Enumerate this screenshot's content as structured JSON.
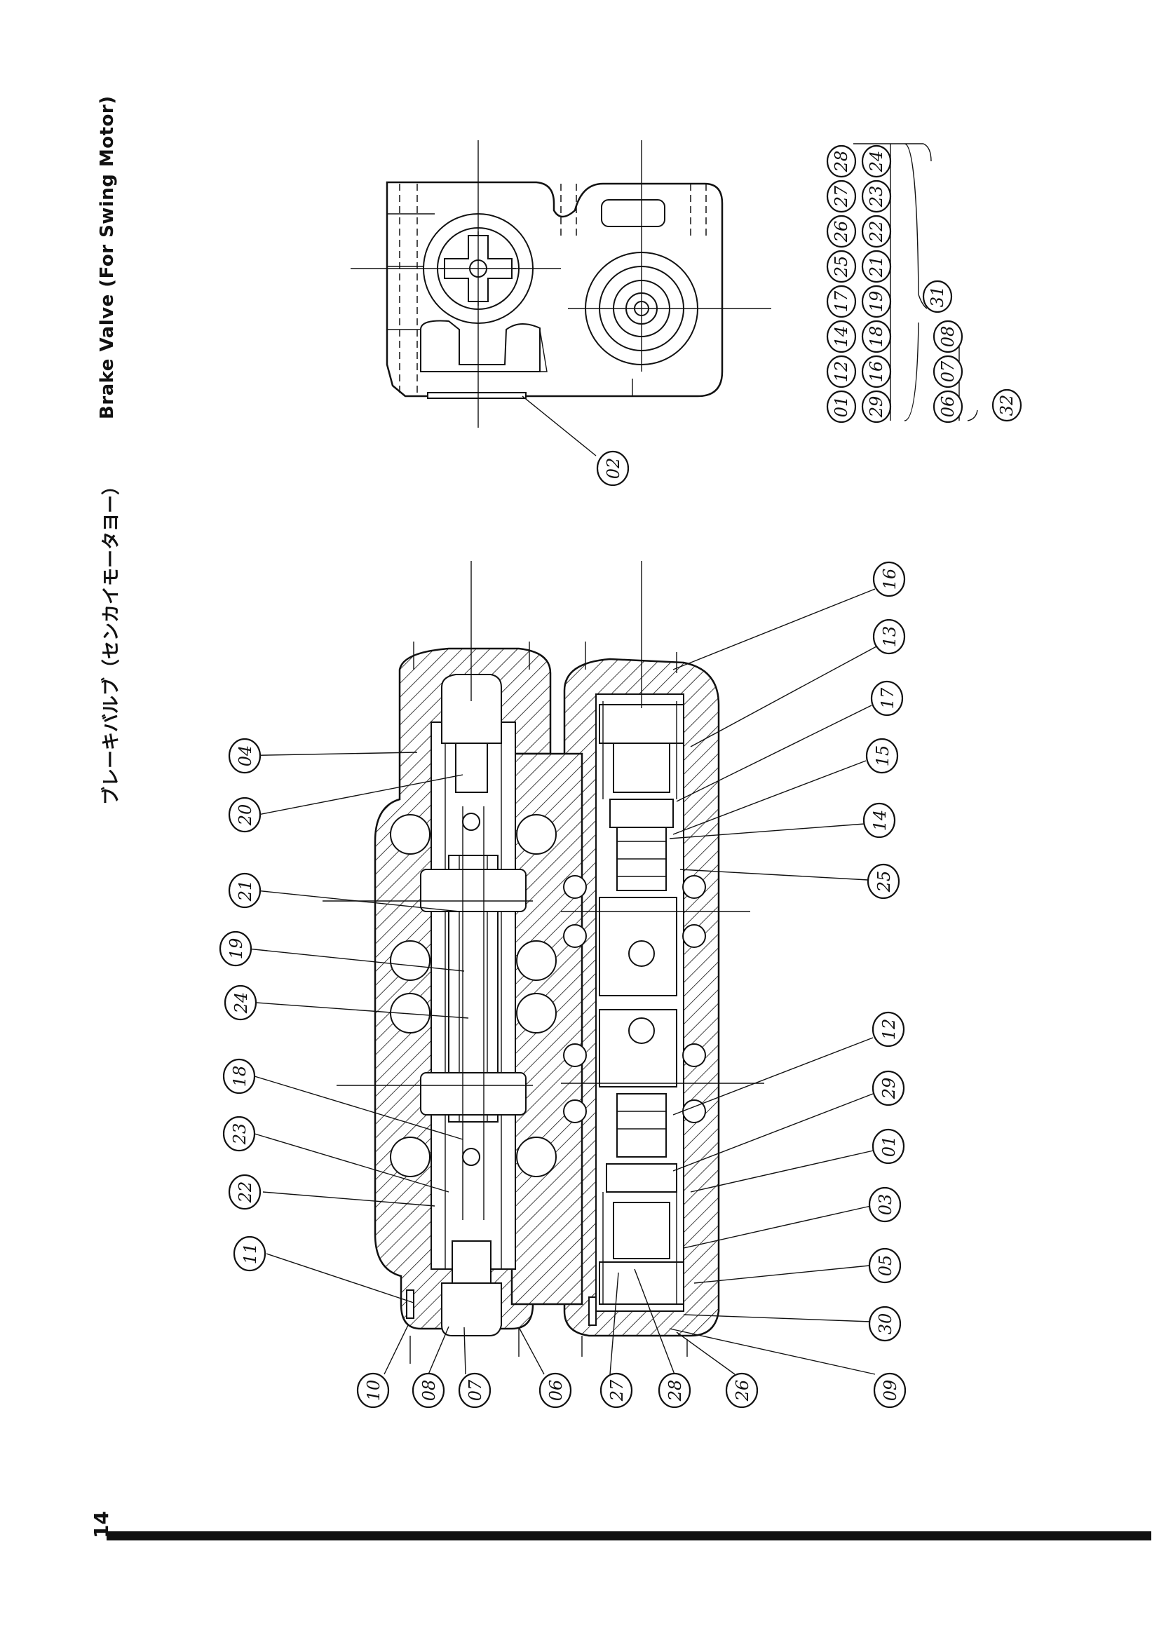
{
  "page_number": "14",
  "title_en": "Brake Valve (For Swing Motor)",
  "title_jp": "ブレーキバルブ（センカイモータヨー）",
  "callouts": {
    "c01": "01",
    "c02": "02",
    "c03": "03",
    "c04": "04",
    "c05": "05",
    "c06": "06",
    "c07": "07",
    "c08": "08",
    "c09": "09",
    "c10": "10",
    "c11": "11",
    "c12": "12",
    "c13": "13",
    "c14": "14",
    "c15": "15",
    "c16": "16",
    "c17": "17",
    "c18": "18",
    "c19": "19",
    "c20": "20",
    "c21": "21",
    "c22": "22",
    "c23": "23",
    "c24": "24",
    "c25": "25",
    "c26": "26",
    "c27": "27",
    "c28": "28",
    "c29": "29",
    "c30": "30"
  },
  "kit_31": {
    "label": "31",
    "row1": [
      "01",
      "12",
      "14",
      "17",
      "25",
      "26",
      "27",
      "28"
    ],
    "row2": [
      "29",
      "16",
      "18",
      "19",
      "21",
      "22",
      "23",
      "24"
    ]
  },
  "kit_32": {
    "label": "32",
    "row1": [
      "06",
      "07",
      "08"
    ]
  }
}
